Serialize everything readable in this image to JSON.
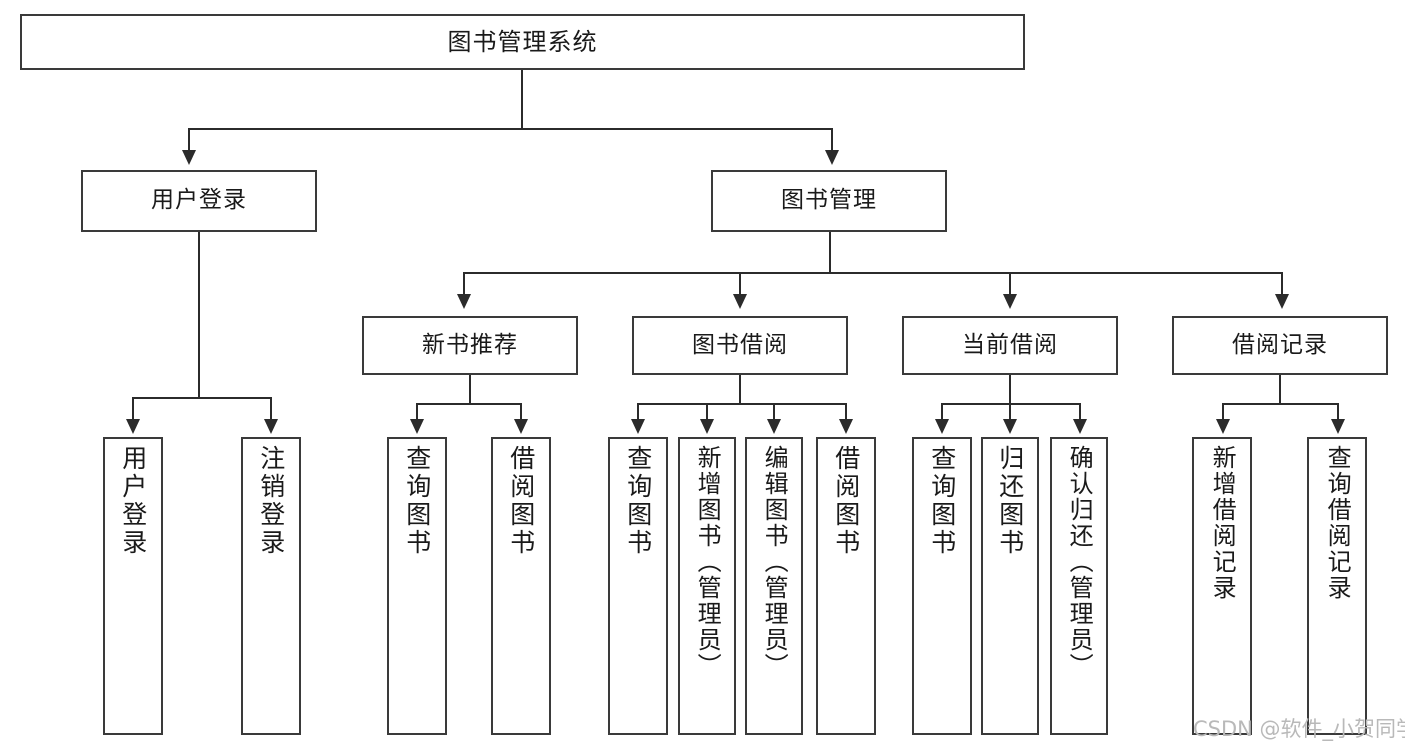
{
  "diagram": {
    "type": "tree-hierarchy-chart",
    "title_node": {
      "id": "root",
      "label": "图书管理系统"
    },
    "level2": [
      {
        "id": "user-login",
        "label": "用户登录"
      },
      {
        "id": "book-management",
        "label": "图书管理"
      }
    ],
    "level3": [
      {
        "id": "new-book-recommend",
        "label": "新书推荐",
        "parent": "book-management"
      },
      {
        "id": "book-borrow",
        "label": "图书借阅",
        "parent": "book-management"
      },
      {
        "id": "current-borrow",
        "label": "当前借阅",
        "parent": "book-management"
      },
      {
        "id": "borrow-record",
        "label": "借阅记录",
        "parent": "book-management"
      }
    ],
    "leaves": [
      {
        "id": "leaf-user-login",
        "label": "用户登录",
        "parent": "user-login"
      },
      {
        "id": "leaf-logout-login",
        "label": "注销登录",
        "parent": "user-login"
      },
      {
        "id": "leaf-query-book-1",
        "label": "查询图书",
        "parent": "new-book-recommend"
      },
      {
        "id": "leaf-borrow-book-1",
        "label": "借阅图书",
        "parent": "new-book-recommend"
      },
      {
        "id": "leaf-query-book-2",
        "label": "查询图书",
        "parent": "book-borrow"
      },
      {
        "id": "leaf-add-book-admin",
        "label": "新增图书（管理员）",
        "parent": "book-borrow"
      },
      {
        "id": "leaf-edit-book-admin",
        "label": "编辑图书（管理员）",
        "parent": "book-borrow"
      },
      {
        "id": "leaf-borrow-book-2",
        "label": "借阅图书",
        "parent": "book-borrow"
      },
      {
        "id": "leaf-query-book-3",
        "label": "查询图书",
        "parent": "current-borrow"
      },
      {
        "id": "leaf-return-book",
        "label": "归还图书",
        "parent": "current-borrow"
      },
      {
        "id": "leaf-confirm-return-admin",
        "label": "确认归还（管理员）",
        "parent": "current-borrow"
      },
      {
        "id": "leaf-add-borrow-record",
        "label": "新增借阅记录",
        "parent": "borrow-record"
      },
      {
        "id": "leaf-query-borrow-record",
        "label": "查询借阅记录",
        "parent": "borrow-record"
      }
    ]
  },
  "watermark": {
    "text": "CSDN @软件_小贺同学"
  },
  "colors": {
    "box_border": "#3a3a3a",
    "connector": "#2b2b2b",
    "background": "#ffffff",
    "text": "#1a1a1a",
    "watermark": "#b9b9b9"
  }
}
